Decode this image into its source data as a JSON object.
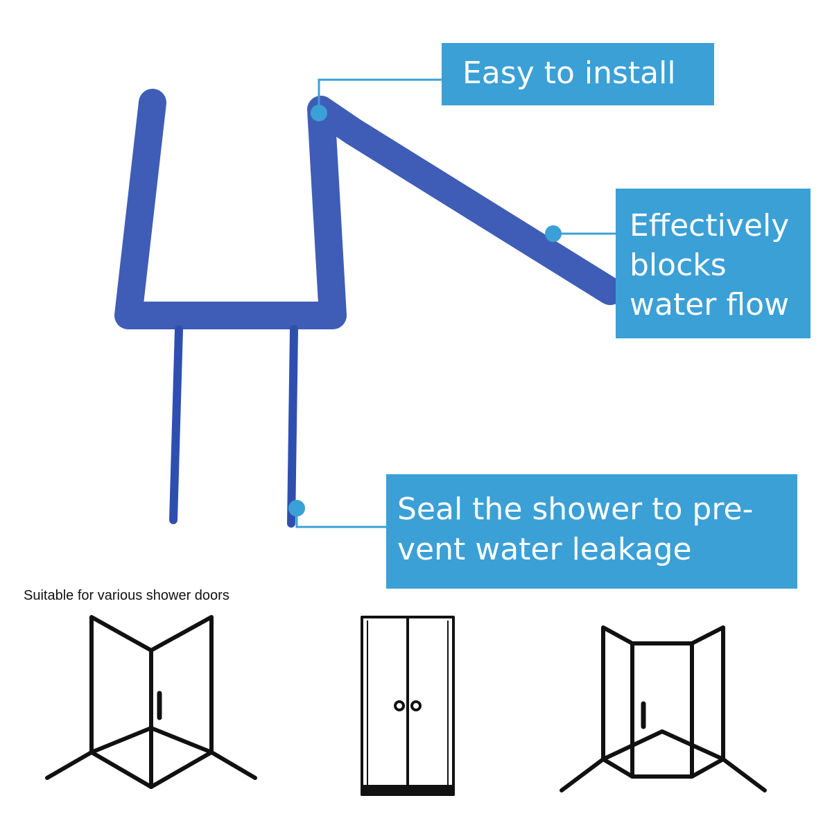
{
  "callouts": {
    "easy_install": "Easy to install",
    "blocks_water": [
      "Effectively",
      "blocks",
      "water flow"
    ],
    "seal_shower": [
      "Seal the shower to pre-",
      "vent water leakage"
    ]
  },
  "caption": "Suitable for various shower doors",
  "icons": [
    "corner-shower-icon",
    "double-door-shower-icon",
    "neo-angle-shower-icon"
  ],
  "colors": {
    "accent": "#3ba0d6",
    "seal_blue": "#2f4fb0",
    "icon_stroke": "#111111"
  }
}
